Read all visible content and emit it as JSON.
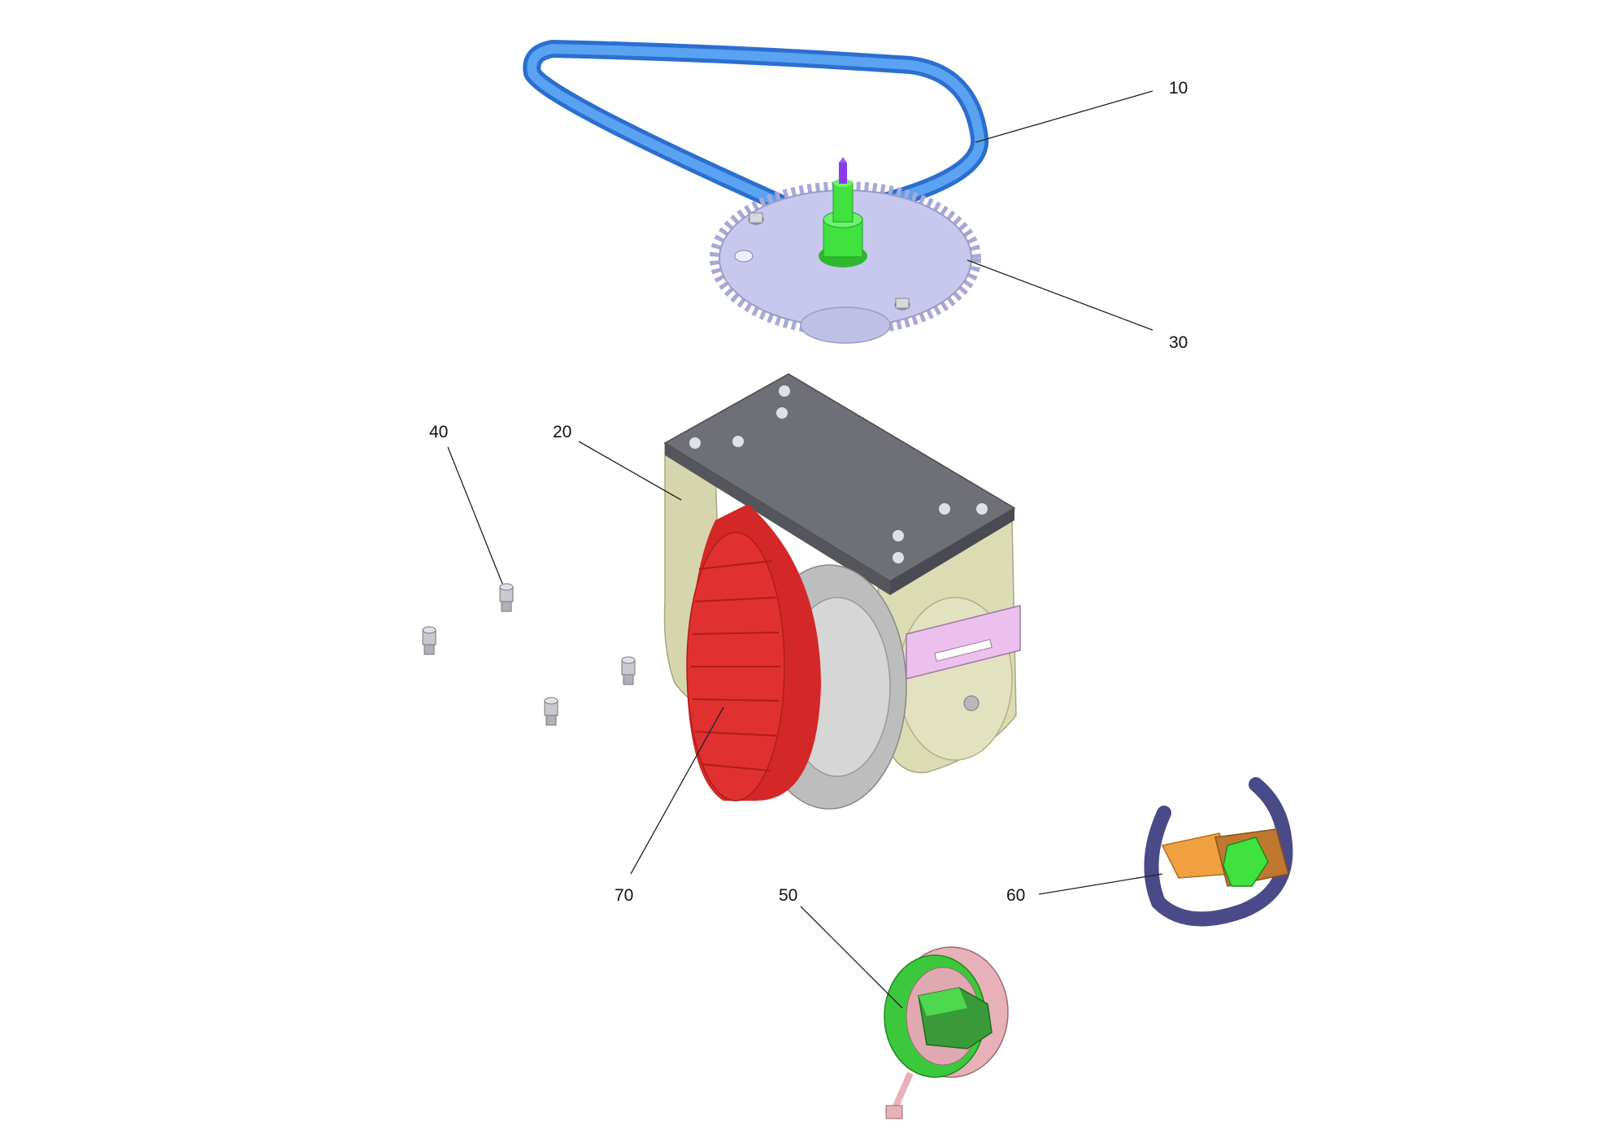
{
  "callouts": [
    {
      "id": "10",
      "label": "10"
    },
    {
      "id": "20",
      "label": "20"
    },
    {
      "id": "30",
      "label": "30"
    },
    {
      "id": "40",
      "label": "40"
    },
    {
      "id": "50",
      "label": "50"
    },
    {
      "id": "60",
      "label": "60"
    },
    {
      "id": "70",
      "label": "70"
    }
  ],
  "colors": {
    "belt": "#3a86e8",
    "gear": "#c8c8ee",
    "shaft": "#3fe23f",
    "shaft_tip": "#8a3ae8",
    "top_plate": "#6f6f78",
    "housing": "#dcdcb4",
    "wheel_tread": "#e03030",
    "hub": "#c4c4c4",
    "sensor_plate": "#e8b8e8",
    "screw": "#b8b8c0",
    "encoder": "#e8b0b8",
    "encoder_cap": "#3cc83c",
    "bracket": "#4a4a88",
    "bracket_block": "#f0a040"
  }
}
